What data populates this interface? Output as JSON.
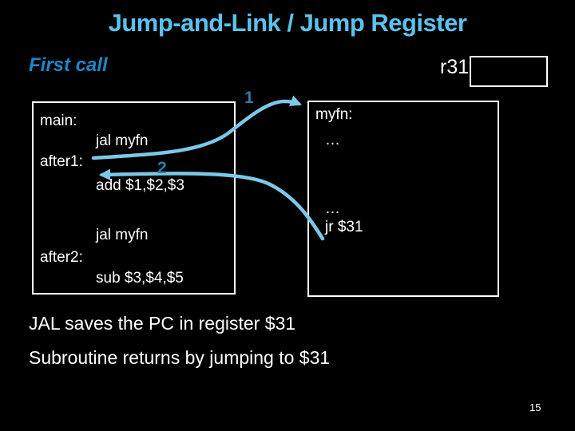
{
  "title": "Jump-and-Link / Jump Register",
  "section_label": "First call",
  "register_box": {
    "label": "r31",
    "value": ""
  },
  "main_box": {
    "lines": [
      "main:",
      "jal myfn",
      "after1:",
      "add $1,$2,$3",
      "jal myfn",
      "after2:",
      "sub $3,$4,$5"
    ]
  },
  "myfn_box": {
    "lines": [
      "myfn:",
      "…",
      "…",
      "jr $31"
    ]
  },
  "arrows": {
    "first": {
      "label": "1"
    },
    "second": {
      "label": "2"
    }
  },
  "notes": {
    "line1": "JAL saves the PC in register $31",
    "line2": "Subroutine returns by jumping to $31"
  },
  "page_number": "15",
  "colors": {
    "bg": "#000000",
    "title": "#5bc2ee",
    "section_label": "#1e86c7",
    "box_border": "#ffffff",
    "code_text": "#ffffff",
    "arrow": "#7cc8e8",
    "arrow_label": "#2e7da9",
    "note_text": "#ffffff"
  }
}
